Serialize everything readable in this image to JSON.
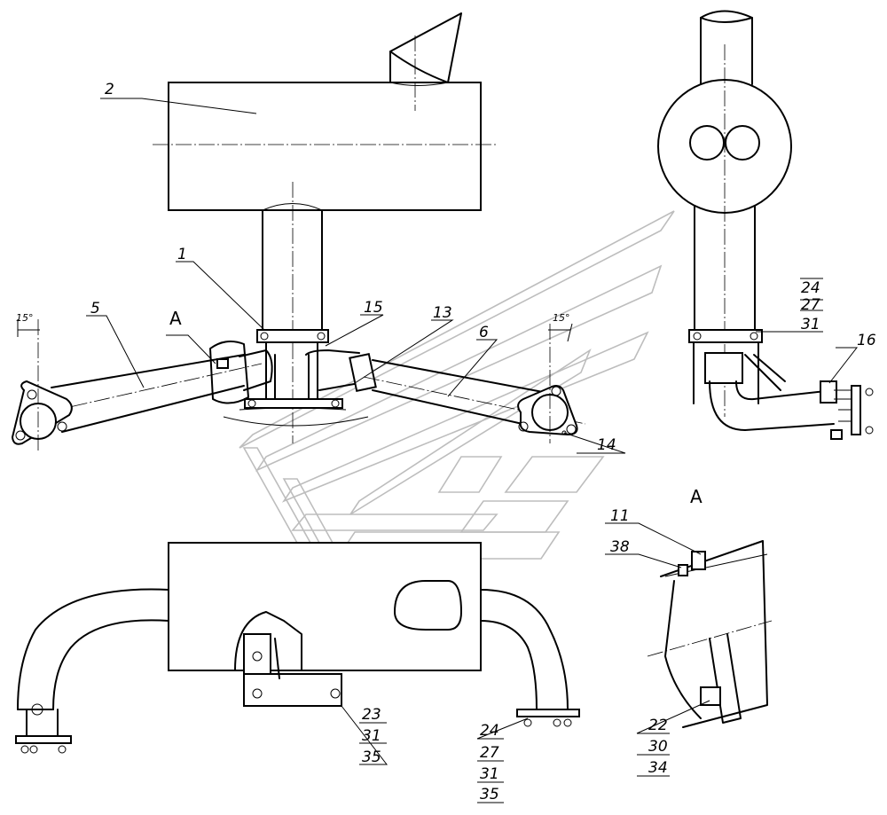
{
  "labels": {
    "p1": "1",
    "p2": "2",
    "p5": "5",
    "p6": "6",
    "p13": "13",
    "p14": "14",
    "p15": "15",
    "p16": "16",
    "p11": "11",
    "p38": "38",
    "view_a_top": "A",
    "view_a_detail": "A",
    "angle_left": "15°",
    "angle_right": "15°"
  },
  "stacks": {
    "right_view": [
      "24",
      "27",
      "31"
    ],
    "bottom_mount": [
      "23",
      "31",
      "35"
    ],
    "bottom_right": [
      "24",
      "27",
      "31",
      "35"
    ],
    "detail": [
      "22",
      "30",
      "34"
    ]
  }
}
